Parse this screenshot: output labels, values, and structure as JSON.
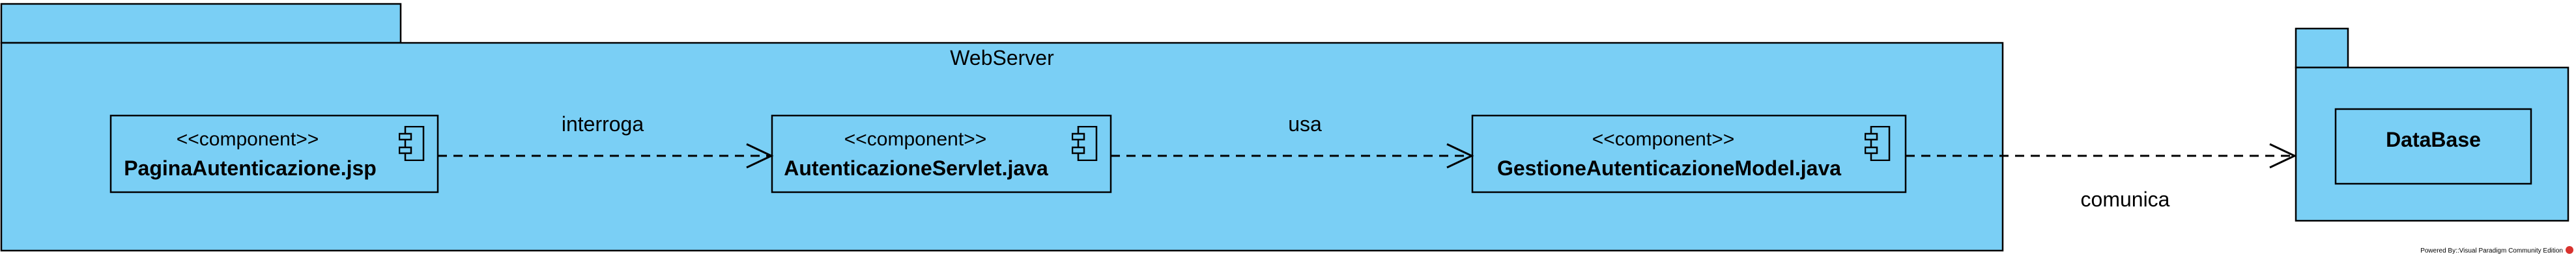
{
  "colors": {
    "package_fill": "#7ACFF5",
    "stroke": "#000000",
    "background": "#FFFFFF",
    "watermark_logo": "#D9322E"
  },
  "webserver": {
    "name": "WebServer"
  },
  "database_package": {
    "name": ""
  },
  "components": [
    {
      "stereotype": "<<component>>",
      "name": "PaginaAutenticazione.jsp"
    },
    {
      "stereotype": "<<component>>",
      "name": "AutenticazioneServlet.java"
    },
    {
      "stereotype": "<<component>>",
      "name": "GestioneAutenticazioneModel.java"
    }
  ],
  "database_component": {
    "name": "DataBase"
  },
  "relations": [
    {
      "label": "interroga"
    },
    {
      "label": "usa"
    },
    {
      "label": "comunica"
    }
  ],
  "watermark": {
    "text": "Powered By::Visual Paradigm Community Edition"
  }
}
